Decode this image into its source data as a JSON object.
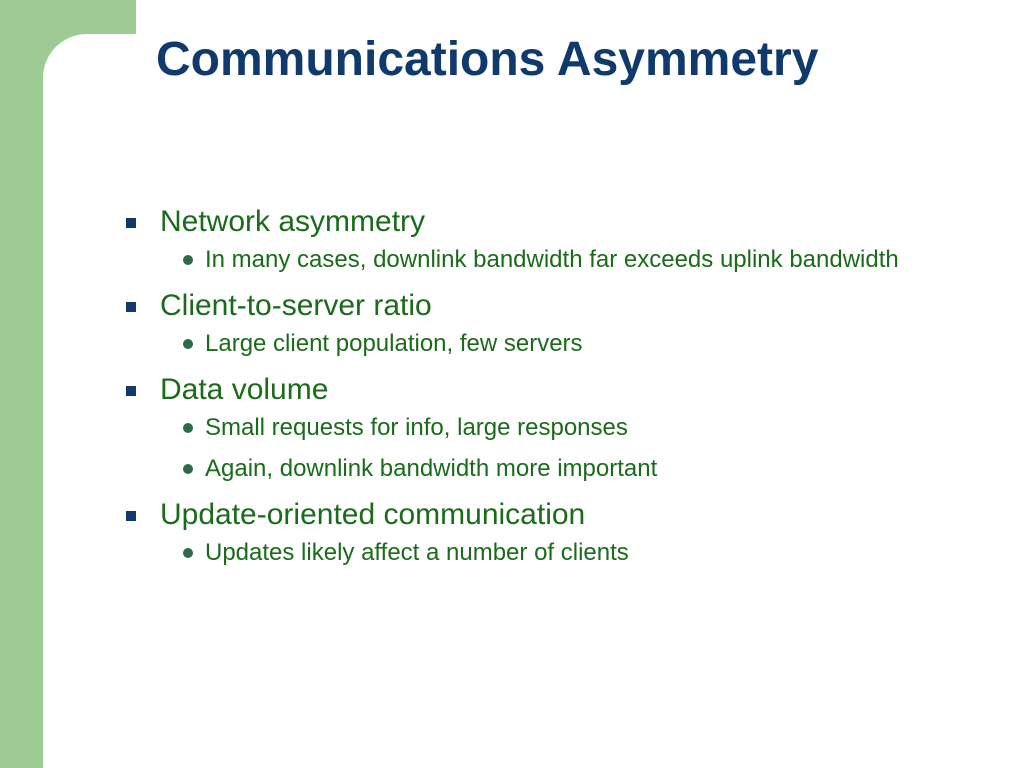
{
  "slide": {
    "title": "Communications Asymmetry",
    "colors": {
      "side_band": "#9dcb93",
      "title": "#103a6b",
      "bullet_text": "#1a6b1a",
      "square_bullet": "#103a6b",
      "round_bullet": "#2d6a4a"
    }
  },
  "bullets": [
    {
      "text": "Network asymmetry",
      "subs": [
        "In many cases, downlink bandwidth far exceeds uplink bandwidth"
      ]
    },
    {
      "text": "Client-to-server ratio",
      "subs": [
        "Large client population, few servers"
      ]
    },
    {
      "text": "Data volume",
      "subs": [
        "Small requests for info, large responses",
        "Again, downlink bandwidth more important"
      ]
    },
    {
      "text": "Update-oriented communication",
      "subs": [
        "Updates likely affect a number of clients"
      ]
    }
  ]
}
